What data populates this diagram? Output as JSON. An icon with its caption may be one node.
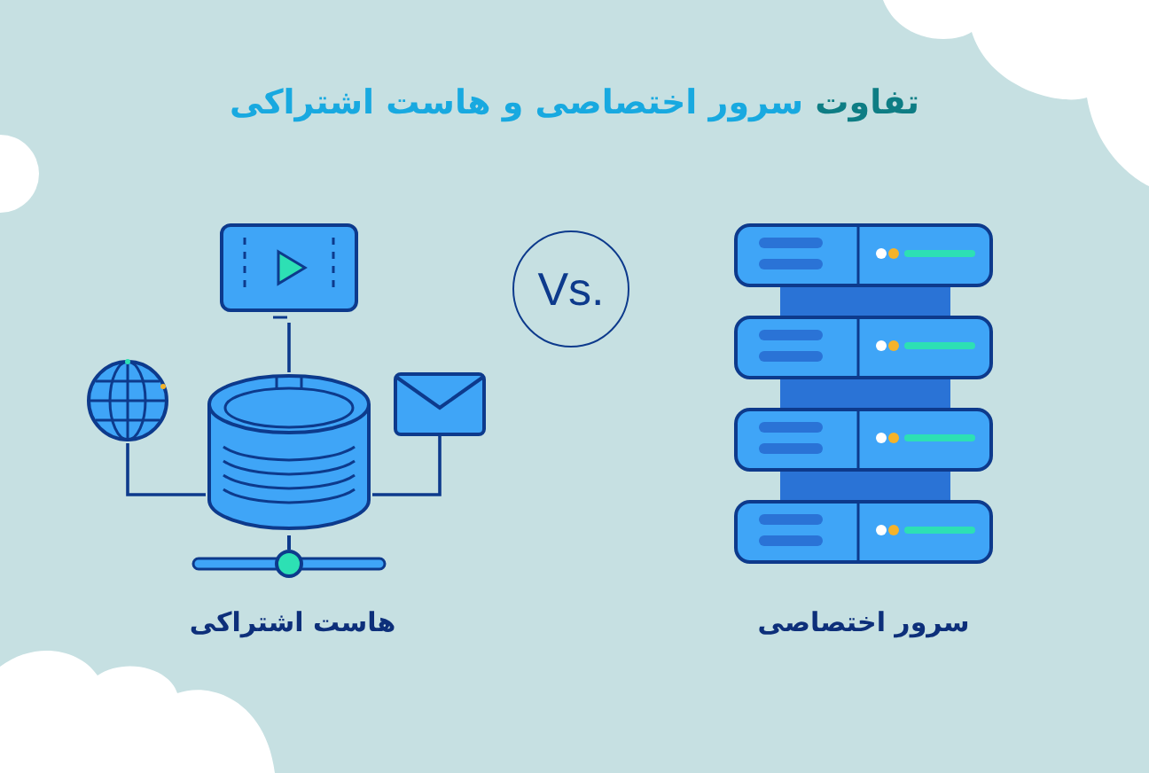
{
  "diagram": {
    "title": "تفاوت سرور اختصاصی و هاست اشتراکی",
    "nodes": [
      {
        "text": [
          "هاست اشتراکی"
        ]
      },
      {
        "text": [],
        "shape": "picture"
      },
      {
        "text": [],
        "shape": "picture"
      },
      {
        "text": [],
        "shape": "cylinder"
      },
      {
        "text": [],
        "shape": "picture"
      },
      {
        "text": [
          "سرور اختصاصی"
        ]
      }
    ],
    "edges": [
      {
        "from": 1,
        "to": 3,
        "arrow": "none"
      },
      {
        "from": 2,
        "to": 3,
        "arrow": "none"
      },
      {
        "from": 4,
        "to": 3,
        "arrow": "none"
      }
    ],
    "labels": [
      "Vs."
    ]
  }
}
